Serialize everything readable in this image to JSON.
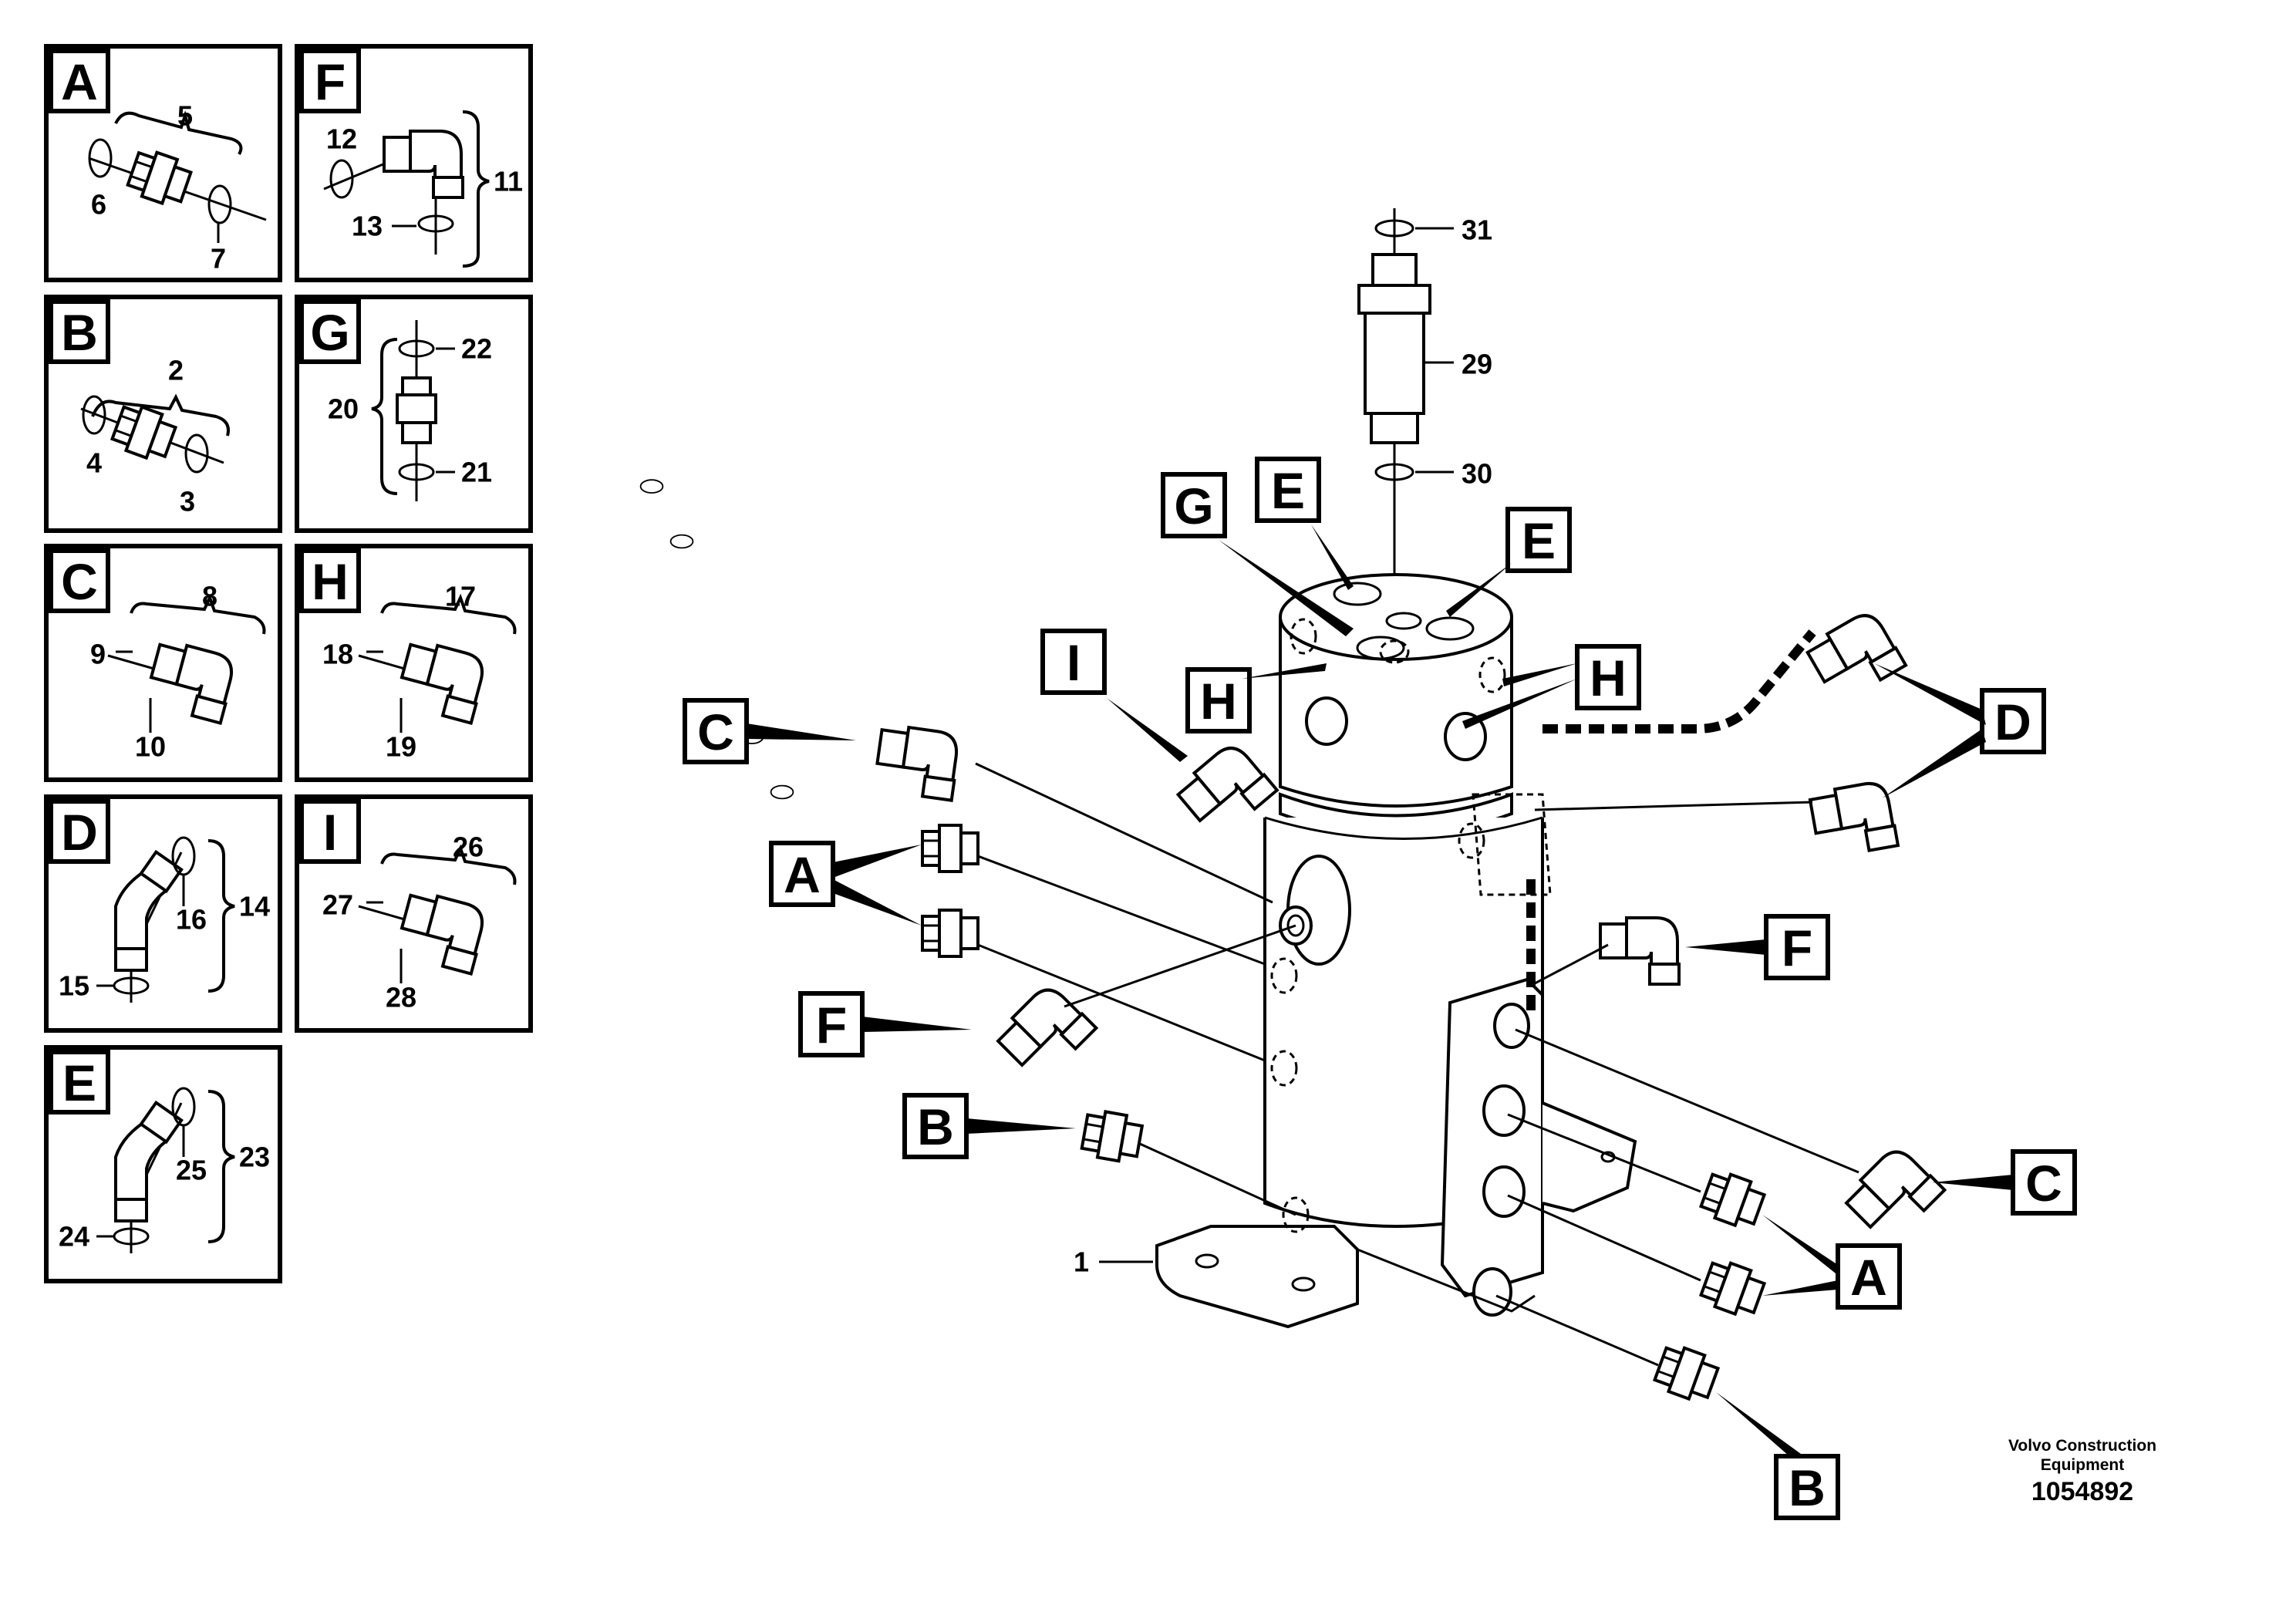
{
  "panels": [
    {
      "letter": "A",
      "parts": [
        "5",
        "6",
        "7"
      ]
    },
    {
      "letter": "F",
      "parts": [
        "12",
        "11",
        "13"
      ]
    },
    {
      "letter": "B",
      "parts": [
        "2",
        "4",
        "3"
      ]
    },
    {
      "letter": "G",
      "parts": [
        "22",
        "20",
        "21"
      ]
    },
    {
      "letter": "C",
      "parts": [
        "8",
        "9",
        "10"
      ]
    },
    {
      "letter": "H",
      "parts": [
        "17",
        "18",
        "19"
      ]
    },
    {
      "letter": "D",
      "parts": [
        "16",
        "14",
        "15"
      ]
    },
    {
      "letter": "I",
      "parts": [
        "26",
        "27",
        "28"
      ]
    },
    {
      "letter": "E",
      "parts": [
        "25",
        "23",
        "24"
      ]
    }
  ],
  "main": {
    "labels": [
      "G",
      "E",
      "E",
      "I",
      "H",
      "H",
      "C",
      "D",
      "A",
      "F",
      "F",
      "B",
      "C",
      "A",
      "B"
    ],
    "parts": [
      "31",
      "29",
      "30",
      "1"
    ]
  },
  "footer": {
    "brand_line1": "Volvo Construction",
    "brand_line2": "Equipment",
    "drawing_number": "1054892"
  }
}
